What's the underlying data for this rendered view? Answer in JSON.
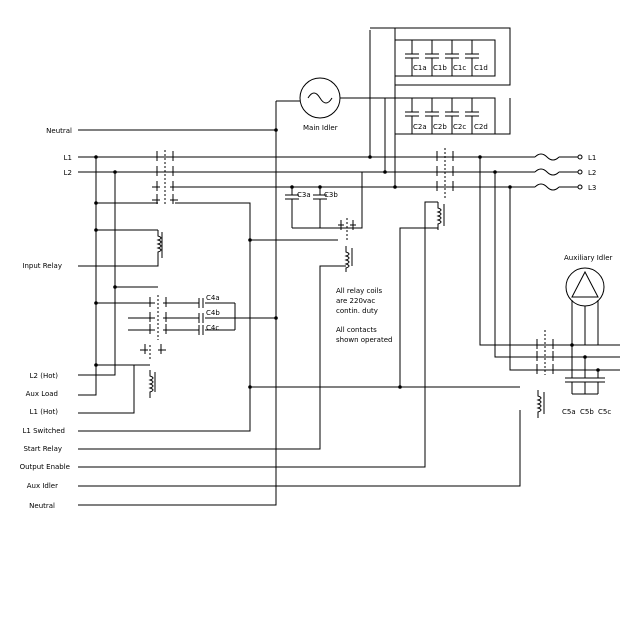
{
  "left_labels": {
    "neutral_top": "Neutral",
    "l1": "L1",
    "l2": "L2",
    "input_relay": "Input Relay",
    "l2_hot": "L2 (Hot)",
    "aux_load": "Aux Load",
    "l1_hot": "L1 (Hot)",
    "l1_switched": "L1 Switched",
    "start_relay": "Start Relay",
    "output_enable": "Output Enable",
    "aux_idler": "Aux Idler",
    "neutral_bottom": "Neutral"
  },
  "right_labels": {
    "l1": "L1",
    "l2": "L2",
    "l3": "L3"
  },
  "components": {
    "main_idler": "Main Idler",
    "auxiliary_idler": "Auxiliary Idler",
    "capacitors": {
      "c1": [
        "C1a",
        "C1b",
        "C1c",
        "C1d"
      ],
      "c2": [
        "C2a",
        "C2b",
        "C2c",
        "C2d"
      ],
      "c3": [
        "C3a",
        "C3b"
      ],
      "c4": [
        "C4a",
        "C4b",
        "C4c"
      ],
      "c5": [
        "C5a",
        "C5b",
        "C5c"
      ]
    }
  },
  "notes": {
    "coil_note": [
      "All relay coils",
      "are 220vac",
      "contin. duty"
    ],
    "contacts_note": [
      "All contacts",
      "shown operated"
    ]
  }
}
